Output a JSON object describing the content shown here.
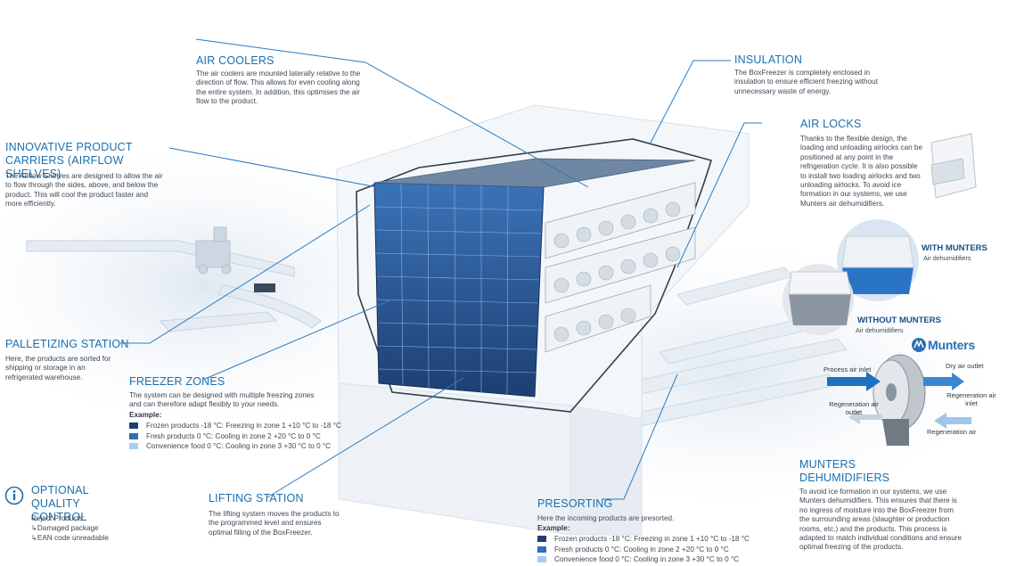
{
  "colors": {
    "heading": "#1a6fae",
    "dark_blue": "#1f3f6e",
    "mid_blue": "#2d6fb8",
    "light_blue": "#a8cdee",
    "line": "#2a7bc0"
  },
  "air_coolers": {
    "title": "AIR COOLERS",
    "body": "The air coolers are mounted laterally relative to the direction of flow. This allows for even cooling along the entire system. In addition, this optimises the air flow to the product."
  },
  "insulation": {
    "title": "INSULATION",
    "body": "The BoxFreezer is completely enclosed in insulation to ensure efficient freezing without unnecessary waste of energy."
  },
  "product_carriers": {
    "title": "INNOVATIVE PRODUCT CARRIERS (AIRFLOW SHELVES)",
    "body": "The Airflow Shelves are designed to allow the air to flow through the sides, above, and below the product. This will cool the product faster and more efficiently."
  },
  "air_locks": {
    "title": "AIR LOCKS",
    "body": "Thanks to the flexible design, the loading and unloading airlocks can be positioned at any point in the refrigeration cycle. It is also possible to install two loading airlocks and two unloading airlocks. To avoid ice formation in our systems, we use Munters air dehumidifiers."
  },
  "with_munters": {
    "title": "WITH MUNTERS",
    "sub": "Air dehumidifiers"
  },
  "without_munters": {
    "title": "WITHOUT MUNTERS",
    "sub": "Air dehumidifiers"
  },
  "munters_logo": "Munters",
  "munters_diagram": {
    "process_inlet": "Process air inlet",
    "dry_outlet": "Dry air outlet",
    "regen_inlet": "Regeneration air inlet",
    "regen_outlet": "Regeneration air outlet",
    "regen_air": "Regeneration air"
  },
  "palletizing": {
    "title": "PALLETIZING STATION",
    "body": "Here, the products are sorted for shipping or storage in an refrigerated warehouse."
  },
  "freezer_zones": {
    "title": "FREEZER ZONES",
    "body": "The system can be designed with multiple freezing zones and can therefore adapt flexibly to your needs.",
    "example_label": "Example:",
    "items": [
      "Frozen products -18 °C: Freezing in zone 1 +10 °C to -18 °C",
      "Fresh products 0 °C: Cooling in zone 2 +20 °C to 0 °C",
      "Convenience food 0 °C: Cooling in zone 3 +30 °C to 0 °C"
    ]
  },
  "quality_control": {
    "title": "OPTIONAL QUALITY CONTROL",
    "reject_label": "Reject Products:",
    "items": [
      "Damaged package",
      "EAN code unreadable"
    ]
  },
  "lifting_station": {
    "title": "LIFTING STATION",
    "body": "The lifting system moves the products to the programmed level and ensures optimal filling of the BoxFreezer."
  },
  "presorting": {
    "title": "PRESORTING",
    "body": "Here the incoming products are presorted.",
    "example_label": "Example:",
    "items": [
      "Frozen products -18 °C: Freezing in zone 1 +10 °C to -18 °C",
      "Fresh products 0 °C: Cooling in zone 2 +20 °C to 0 °C",
      "Convenience food 0 °C: Cooling in zone 3 +30 °C to 0 °C"
    ]
  },
  "munters_dehumidifiers": {
    "title": "MUNTERS DEHUMIDIFIERS",
    "body": "To avoid ice formation in our systems, we use Munters dehumidifiers. This ensures that there is no ingress of moisture into the BoxFreezer from the surrounding areas (slaughter or production rooms, etc.) and the products. This process is adapted to match individual conditions and ensure optimal freezing of the products."
  }
}
